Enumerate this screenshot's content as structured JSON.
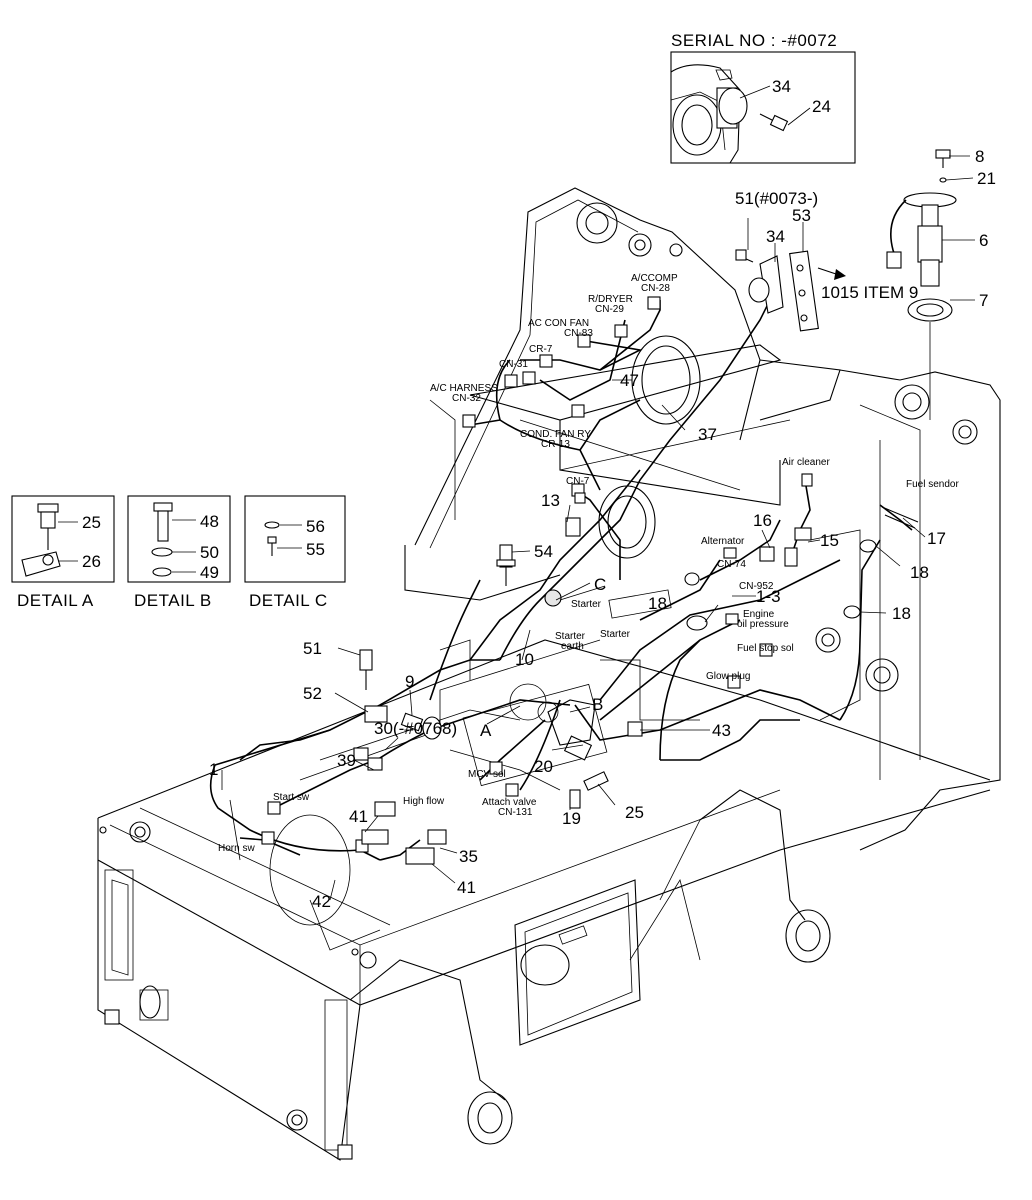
{
  "serial_inset": {
    "title": "SERIAL NO : -#0072"
  },
  "details": [
    {
      "caption": "DETAIL A",
      "parts": [
        "25",
        "26"
      ]
    },
    {
      "caption": "DETAIL B",
      "parts": [
        "48",
        "50",
        "49"
      ]
    },
    {
      "caption": "DETAIL C",
      "parts": [
        "56",
        "55"
      ]
    }
  ],
  "letters": [
    "A",
    "B",
    "C"
  ],
  "callouts": [
    "34",
    "24",
    "8",
    "21",
    "6",
    "7",
    "51(#0073-)",
    "53",
    "34",
    "1015 ITEM 9",
    "47",
    "37",
    "13",
    "16",
    "15",
    "17",
    "18",
    "18",
    "18",
    "1-3",
    "54",
    "10",
    "51",
    "52",
    "9",
    "30(-#0768)",
    "43",
    "20",
    "1",
    "39",
    "19",
    "25",
    "41",
    "35",
    "41",
    "42"
  ],
  "connectors": [
    "A/CCOMP",
    "CN-28",
    "R/DRYER",
    "CN-29",
    "AC CON FAN",
    "CN-83",
    "CR-7",
    "CN-31",
    "A/C HARNESS",
    "CN-32",
    "COND. FAN RY",
    "CR-13",
    "CN-7",
    "Air cleaner",
    "Fuel sendor",
    "Alternator",
    "CN-74",
    "CN-952",
    "Engine",
    "oil pressure",
    "Starter",
    "Starter",
    "earth",
    "Starter",
    "Fuel stop sol",
    "Glow plug",
    "MCV sol",
    "Attach valve",
    "CN-131",
    "High flow",
    "Start sw",
    "Horn sw"
  ]
}
